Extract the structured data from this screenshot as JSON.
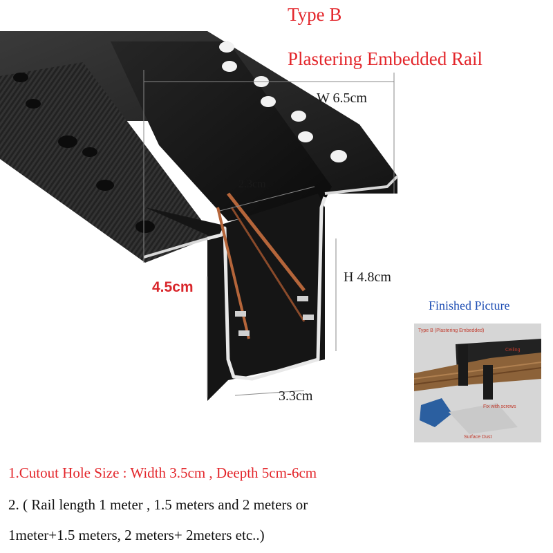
{
  "header": {
    "type_label": "Type B",
    "product_name": "Plastering Embedded Rail"
  },
  "dimensions": {
    "width": "W 6.5cm",
    "inner_top": "2.3cm",
    "height": "H 4.8cm",
    "depth": "4.5cm",
    "bottom": "3.3cm"
  },
  "finished_picture": {
    "title": "Finished Picture",
    "caption": "Type B (Plastering Embedded)",
    "labels": {
      "ceiling": "Ceiling",
      "fix": "Fix with screws",
      "surface": "Surface Dust"
    }
  },
  "notes": [
    "1.Cutout Hole Size : Width 3.5cm , Deepth 5cm-6cm",
    "2. ( Rail length 1 meter , 1.5 meters and  2 meters  or",
    "1meter+1.5 meters, 2 meters+ 2meters etc..)"
  ],
  "colors": {
    "accent_red": "#e3262b",
    "finished_blue": "#1f4fb4",
    "rail_black": "#1c1c1c",
    "copper": "#b5653a"
  }
}
